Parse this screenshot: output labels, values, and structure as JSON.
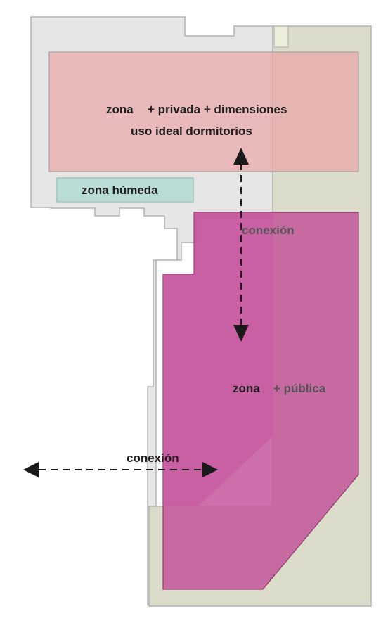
{
  "zones": {
    "private": {
      "line1_a": "zona",
      "line1_b": "+ privada + dimensiones",
      "line2": "uso ideal dormitorios",
      "color": "#e9a8a8"
    },
    "wet": {
      "label": "zona húmeda",
      "color": "#b9ddd6"
    },
    "public": {
      "label_a": "zona",
      "label_b": "+ pública",
      "color": "#c4569b"
    }
  },
  "connections": {
    "vertical": "conexión",
    "horizontal": "conexión"
  },
  "colors": {
    "building": "#e6e6e6",
    "extension": "#dcdccb",
    "outline": "#b4b4b4",
    "arrow": "#1a1a1a"
  }
}
